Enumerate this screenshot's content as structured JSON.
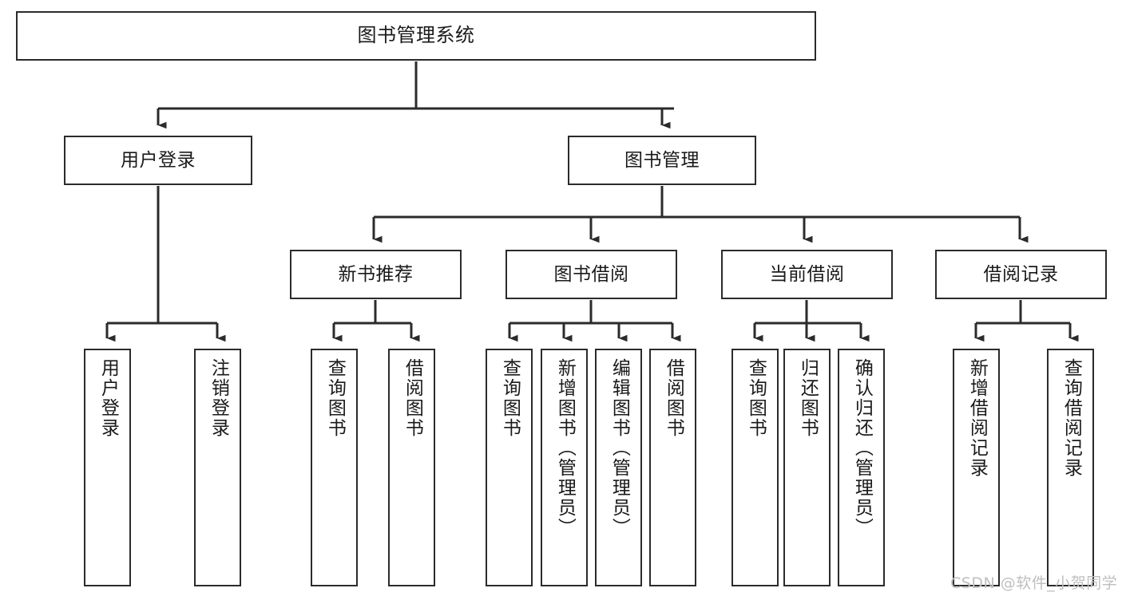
{
  "diagram": {
    "type": "tree-hierarchy-chart",
    "title": "图书管理系统",
    "watermark": "CSDN @软件_小贺同学",
    "colors": {
      "box_border": "#2b2b2b",
      "box_fill": "#ffffff",
      "connector": "#2b2b2b",
      "text": "#1a1a1a",
      "watermark": "#bfbfbf",
      "page_background": "#ffffff"
    },
    "levels": [
      {
        "level": 1,
        "nodes": [
          {
            "id": "root",
            "label": "图书管理系统",
            "orientation": "horizontal"
          }
        ]
      },
      {
        "level": 2,
        "nodes": [
          {
            "id": "login",
            "label": "用户登录",
            "orientation": "horizontal",
            "parent": "root"
          },
          {
            "id": "bookmgmt",
            "label": "图书管理",
            "orientation": "horizontal",
            "parent": "root"
          }
        ]
      },
      {
        "level": 3,
        "nodes": [
          {
            "id": "newbook",
            "label": "新书推荐",
            "orientation": "horizontal",
            "parent": "bookmgmt"
          },
          {
            "id": "borrow",
            "label": "图书借阅",
            "orientation": "horizontal",
            "parent": "bookmgmt"
          },
          {
            "id": "current",
            "label": "当前借阅",
            "orientation": "horizontal",
            "parent": "bookmgmt"
          },
          {
            "id": "records",
            "label": "借阅记录",
            "orientation": "horizontal",
            "parent": "bookmgmt"
          }
        ]
      },
      {
        "level": 4,
        "nodes": [
          {
            "id": "leaf1",
            "label": "用户登录",
            "orientation": "vertical",
            "parent": "login"
          },
          {
            "id": "leaf2",
            "label": "注销登录",
            "orientation": "vertical",
            "parent": "login"
          },
          {
            "id": "leaf3",
            "label": "查询图书",
            "orientation": "vertical",
            "parent": "newbook"
          },
          {
            "id": "leaf4",
            "label": "借阅图书",
            "orientation": "vertical",
            "parent": "newbook"
          },
          {
            "id": "leaf5",
            "label": "查询图书",
            "orientation": "vertical",
            "parent": "borrow"
          },
          {
            "id": "leaf6",
            "label": "新增图书（管理员）",
            "orientation": "vertical",
            "parent": "borrow"
          },
          {
            "id": "leaf7",
            "label": "编辑图书（管理员）",
            "orientation": "vertical",
            "parent": "borrow"
          },
          {
            "id": "leaf8",
            "label": "借阅图书",
            "orientation": "vertical",
            "parent": "borrow"
          },
          {
            "id": "leaf9",
            "label": "查询图书",
            "orientation": "vertical",
            "parent": "current"
          },
          {
            "id": "leaf10",
            "label": "归还图书",
            "orientation": "vertical",
            "parent": "current"
          },
          {
            "id": "leaf11",
            "label": "确认归还（管理员）",
            "orientation": "vertical",
            "parent": "current"
          },
          {
            "id": "leaf12",
            "label": "新增借阅记录",
            "orientation": "vertical",
            "parent": "records"
          },
          {
            "id": "leaf13",
            "label": "查询借阅记录",
            "orientation": "vertical",
            "parent": "records"
          }
        ]
      }
    ]
  }
}
